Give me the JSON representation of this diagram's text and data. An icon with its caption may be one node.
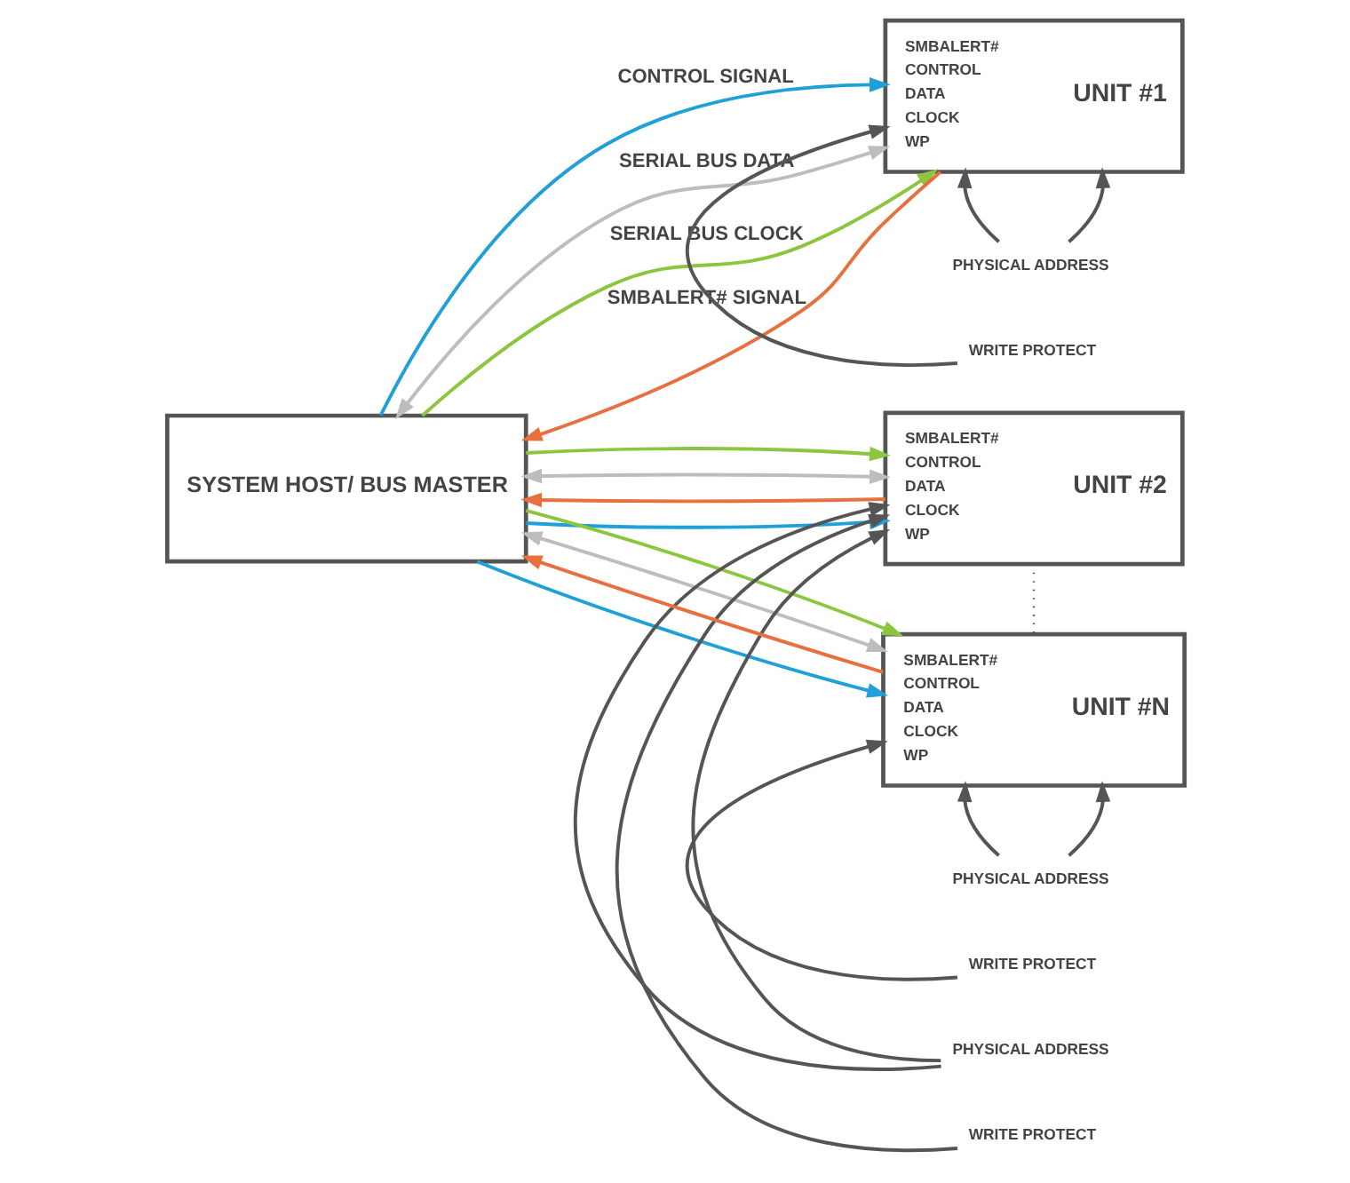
{
  "diagram": {
    "nodes": [
      {
        "text": [
          "SYSTEM HOST/ BUS MASTER"
        ]
      },
      {
        "text": [
          "UNIT #1",
          "SMBALERT#",
          "CONTROL",
          "DATA",
          "CLOCK",
          "WP"
        ]
      },
      {
        "text": [
          "WRITE PROTECT"
        ]
      },
      {
        "text": [
          "PHYSICAL ADDRESS"
        ]
      },
      {
        "text": [
          "UNIT #2",
          "SMBALERT#",
          "CONTROL",
          "DATA",
          "CLOCK",
          "WP"
        ]
      },
      {
        "text": [
          "WRITE PROTECT"
        ]
      },
      {
        "text": [
          "PHYSICAL ADDRESS"
        ]
      },
      {
        "text": [
          "UNIT #N",
          "SMBALERT#",
          "CONTROL",
          "DATA",
          "CLOCK",
          "WP"
        ]
      },
      {
        "text": [
          "WRITE PROTECT"
        ]
      },
      {
        "text": [
          "PHYSICAL ADDRESS"
        ]
      }
    ],
    "edges": [
      {
        "from": 1,
        "to": 0,
        "arrow": "to",
        "label": "SMBALERT# SIGNAL",
        "color": "#e8703f"
      },
      {
        "from": 0,
        "to": 1,
        "arrow": "to",
        "label": "CONTROL SIGNAL",
        "color": "#1fa0d8"
      },
      {
        "from": 0,
        "to": 1,
        "arrow": "both",
        "label": "SERIAL BUS DATA",
        "color": "#bdbdbd"
      },
      {
        "from": 0,
        "to": 1,
        "arrow": "to",
        "label": "SERIAL BUS CLOCK",
        "color": "#8cc63f"
      },
      {
        "from": 4,
        "to": 0,
        "arrow": "to",
        "color": "#e8703f"
      },
      {
        "from": 0,
        "to": 4,
        "arrow": "to",
        "color": "#1fa0d8"
      },
      {
        "from": 0,
        "to": 4,
        "arrow": "both",
        "color": "#bdbdbd"
      },
      {
        "from": 0,
        "to": 4,
        "arrow": "to",
        "color": "#8cc63f"
      },
      {
        "from": 7,
        "to": 0,
        "arrow": "to",
        "color": "#e8703f"
      },
      {
        "from": 0,
        "to": 7,
        "arrow": "to",
        "color": "#1fa0d8"
      },
      {
        "from": 0,
        "to": 7,
        "arrow": "both",
        "color": "#bdbdbd"
      },
      {
        "from": 0,
        "to": 7,
        "arrow": "to",
        "color": "#8cc63f"
      },
      {
        "from": 2,
        "to": 1,
        "arrow": "to"
      },
      {
        "from": 3,
        "to": 1,
        "arrow": "to"
      },
      {
        "from": 3,
        "to": 1,
        "arrow": "to"
      },
      {
        "from": 5,
        "to": 4,
        "arrow": "to"
      },
      {
        "from": 6,
        "to": 4,
        "arrow": "to"
      },
      {
        "from": 6,
        "to": 4,
        "arrow": "to"
      },
      {
        "from": 8,
        "to": 7,
        "arrow": "to"
      },
      {
        "from": 9,
        "to": 7,
        "arrow": "to"
      },
      {
        "from": 9,
        "to": 7,
        "arrow": "to"
      },
      {
        "from": 4,
        "to": 7,
        "arrow": "none",
        "style": "dashed"
      }
    ]
  }
}
